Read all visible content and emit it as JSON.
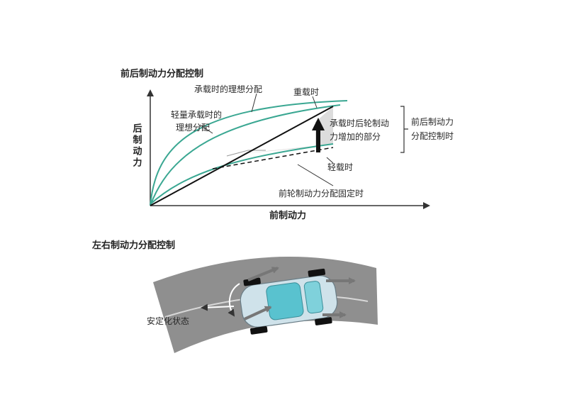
{
  "top_diagram": {
    "title": "前后制动力分配控制",
    "y_axis_label": "后制动力",
    "x_axis_label": "前制动力",
    "curve_loaded_ideal": "承载时的理想分配",
    "heavy_load": "重载时",
    "curve_light_ideal_line1": "轻量承载时的",
    "curve_light_ideal_line2": "理想分配",
    "rear_increase_line1": "承载时后轮制动",
    "rear_increase_line2": "力增加的部分",
    "bracket_label_line1": "前后制动力",
    "bracket_label_line2": "分配控制时",
    "light_load": "轻载时",
    "fixed_distribution": "前轮制动力分配固定时",
    "colors": {
      "teal": "#3aa792",
      "black": "#111111",
      "fill": "#dcdcdc"
    }
  },
  "bottom_diagram": {
    "title": "左右制动力分配控制",
    "stable_state": "安定化状态",
    "colors": {
      "road": "#8f8f8f",
      "car": "#cfe2ea",
      "glass": "#59c2cf"
    }
  }
}
